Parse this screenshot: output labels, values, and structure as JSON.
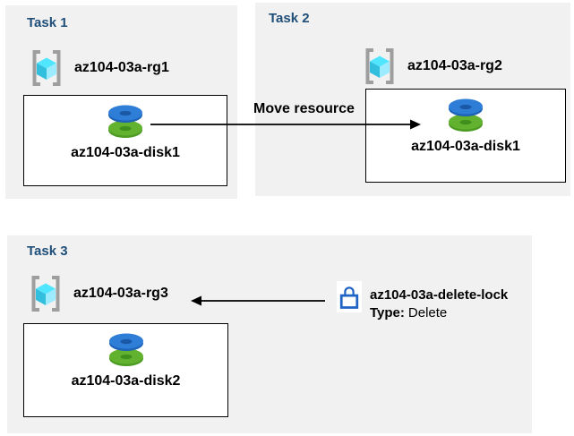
{
  "colors": {
    "panel_bg": "#f1f1f1",
    "title_text": "#1f4e79",
    "label_text": "#000000",
    "box_border": "#000000",
    "arrow": "#000000",
    "lock_blue": "#2065c5",
    "bracket_gray": "#9e9e9e",
    "cube_top": "#50e6ff",
    "cube_left": "#32bedd",
    "cube_right": "#9cebff",
    "disk_blue": "#2e7ed8",
    "disk_blue_dark": "#1d63b8",
    "disk_green": "#63b22f",
    "disk_green_dark": "#4c9b22"
  },
  "icons": {
    "resource_group": "resource-group-icon (gray brackets around cyan cube)",
    "disk": "managed-disk-icon (blue disk stacked on green disk)",
    "lock": "lock-icon (blue padlock outline)"
  },
  "tasks": [
    {
      "title": "Task 1",
      "resource_group": "az104-03a-rg1",
      "resource": "az104-03a-disk1"
    },
    {
      "title": "Task 2",
      "resource_group": "az104-03a-rg2",
      "resource": "az104-03a-disk1"
    },
    {
      "title": "Task 3",
      "resource_group": "az104-03a-rg3",
      "resource": "az104-03a-disk2"
    }
  ],
  "move_arrow": {
    "label": "Move resource"
  },
  "lock": {
    "name": "az104-03a-delete-lock",
    "type_label": "Type:",
    "type_value": "Delete"
  }
}
